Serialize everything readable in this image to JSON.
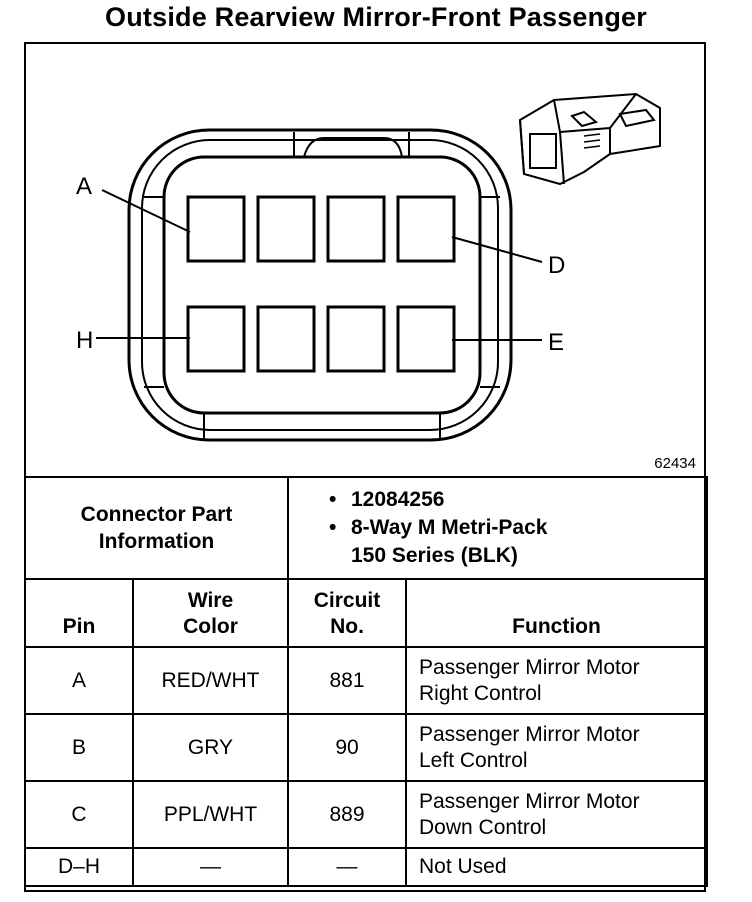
{
  "title": "Outside Rearview Mirror-Front Passenger",
  "figure_number": "62434",
  "pin_labels": {
    "a": "A",
    "d": "D",
    "h": "H",
    "e": "E"
  },
  "connector_info": {
    "label_line1": "Connector Part",
    "label_line2": "Information",
    "bullets": [
      "12084256",
      "8-Way M Metri-Pack"
    ],
    "bullet_continuation": "150 Series (BLK)"
  },
  "table": {
    "headers": {
      "pin": "Pin",
      "wire_color_line1": "Wire",
      "wire_color_line2": "Color",
      "circuit_line1": "Circuit",
      "circuit_line2": "No.",
      "function": "Function"
    },
    "rows": [
      {
        "pin": "A",
        "color": "RED/WHT",
        "circuit": "881",
        "func1": "Passenger Mirror Motor",
        "func2": "Right Control"
      },
      {
        "pin": "B",
        "color": "GRY",
        "circuit": "90",
        "func1": "Passenger Mirror Motor",
        "func2": "Left Control"
      },
      {
        "pin": "C",
        "color": "PPL/WHT",
        "circuit": "889",
        "func1": "Passenger Mirror Motor",
        "func2": "Down Control"
      },
      {
        "pin": "D–H",
        "color": "—",
        "circuit": "—",
        "func1": "Not Used",
        "func2": ""
      }
    ]
  }
}
